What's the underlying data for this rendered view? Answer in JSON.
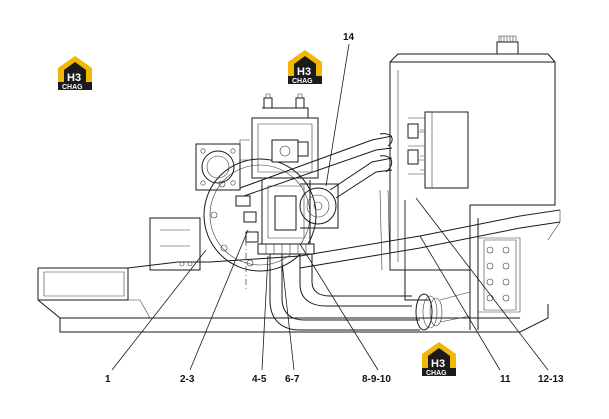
{
  "logo": {
    "mark": "H3",
    "sub": "CHAG",
    "color_gold": "#f2b705",
    "color_dark": "#1b1b1b"
  },
  "callouts": [
    {
      "id": "1",
      "label": "1"
    },
    {
      "id": "2-3",
      "label": "2-3"
    },
    {
      "id": "4-5",
      "label": "4-5"
    },
    {
      "id": "6-7",
      "label": "6-7"
    },
    {
      "id": "8-9-10",
      "label": "8-9-10"
    },
    {
      "id": "11",
      "label": "11"
    },
    {
      "id": "12-13",
      "label": "12-13"
    },
    {
      "id": "14",
      "label": "14"
    }
  ]
}
